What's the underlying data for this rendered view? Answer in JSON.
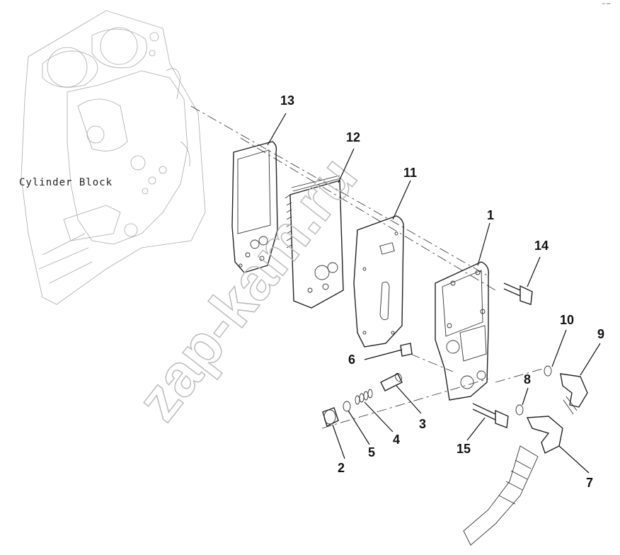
{
  "diagram": {
    "block_label": "Cylinder Block",
    "watermark": "zap-kam.ru",
    "corner_mark": "ᵃᵒ ᵃᵃᵃ",
    "callouts": [
      {
        "id": "p1",
        "text": "1"
      },
      {
        "id": "p2",
        "text": "2"
      },
      {
        "id": "p3",
        "text": "3"
      },
      {
        "id": "p4",
        "text": "4"
      },
      {
        "id": "p5",
        "text": "5"
      },
      {
        "id": "p6",
        "text": "6"
      },
      {
        "id": "p7",
        "text": "7"
      },
      {
        "id": "p8",
        "text": "8"
      },
      {
        "id": "p9",
        "text": "9"
      },
      {
        "id": "p10",
        "text": "10"
      },
      {
        "id": "p11",
        "text": "11"
      },
      {
        "id": "p12",
        "text": "12"
      },
      {
        "id": "p13",
        "text": "13"
      },
      {
        "id": "p14",
        "text": "14"
      },
      {
        "id": "p15",
        "text": "15"
      }
    ]
  }
}
